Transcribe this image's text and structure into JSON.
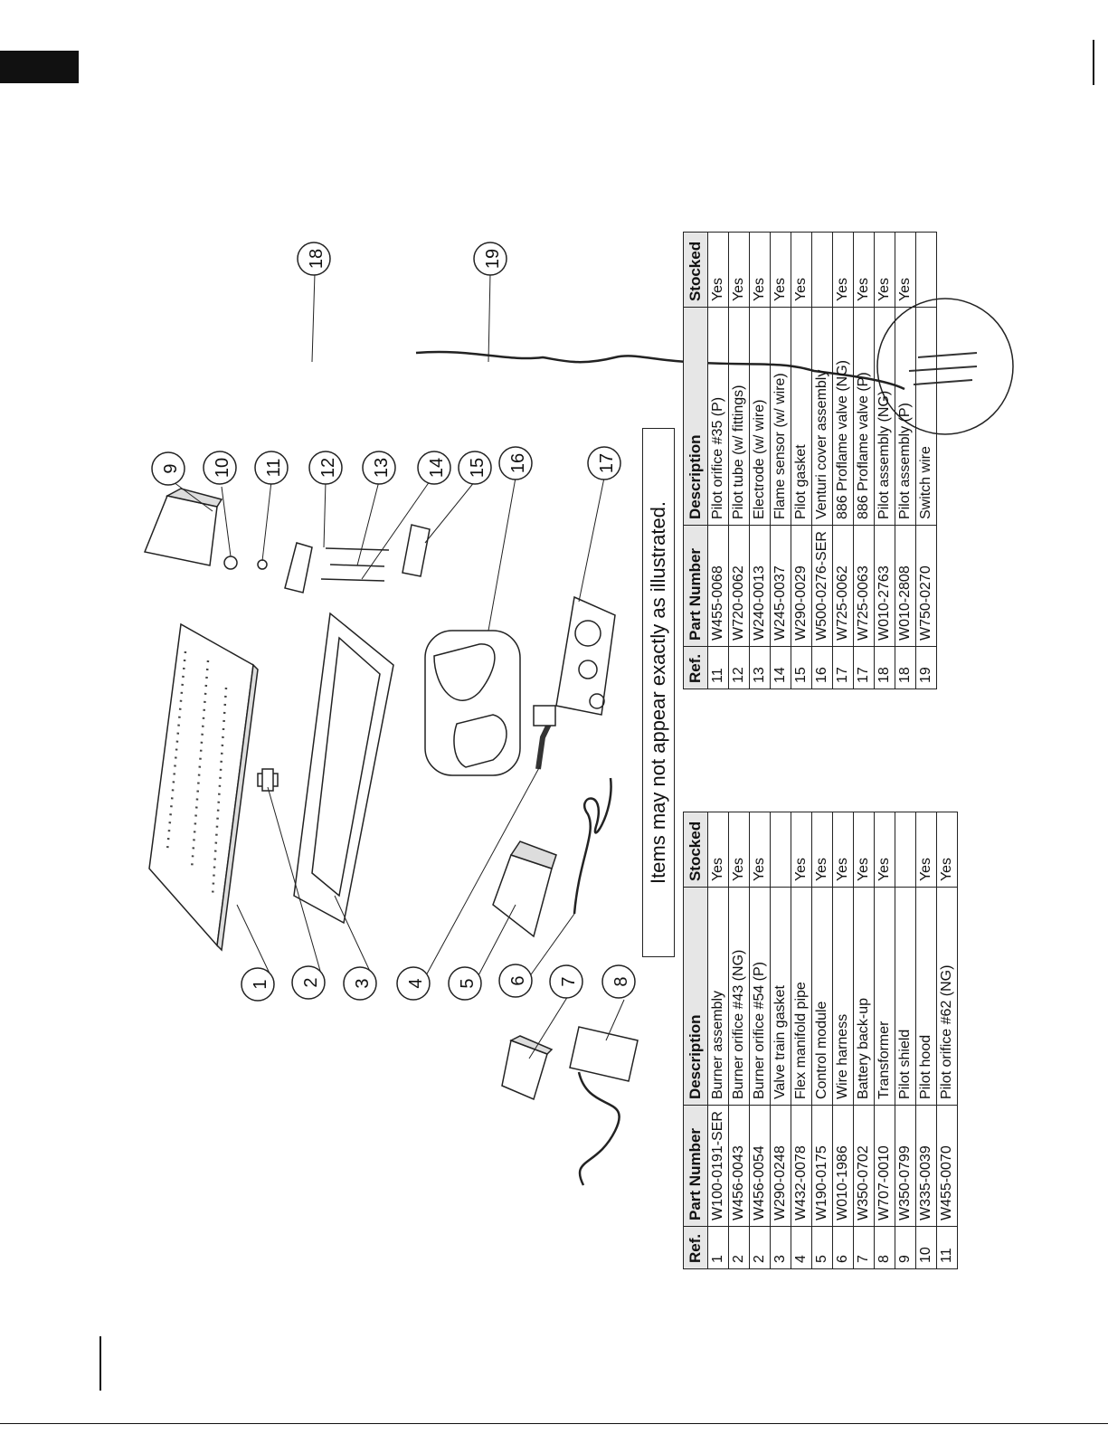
{
  "notice": "Items may not appear exactly as illustrated.",
  "columns": {
    "ref": "Ref.",
    "part_number": "Part Number",
    "description": "Description",
    "stocked": "Stocked"
  },
  "table_left": [
    {
      "ref": "1",
      "part": "W100-0191-SER",
      "desc": "Burner assembly",
      "stocked": "Yes"
    },
    {
      "ref": "2",
      "part": "W456-0043",
      "desc": "Burner orifice #43 (NG)",
      "stocked": "Yes"
    },
    {
      "ref": "2",
      "part": "W456-0054",
      "desc": "Burner orifice #54 (P)",
      "stocked": "Yes"
    },
    {
      "ref": "3",
      "part": "W290-0248",
      "desc": "Valve train gasket",
      "stocked": ""
    },
    {
      "ref": "4",
      "part": "W432-0078",
      "desc": "Flex manifold pipe",
      "stocked": "Yes"
    },
    {
      "ref": "5",
      "part": "W190-0175",
      "desc": "Control module",
      "stocked": "Yes"
    },
    {
      "ref": "6",
      "part": "W010-1986",
      "desc": "Wire harness",
      "stocked": "Yes"
    },
    {
      "ref": "7",
      "part": "W350-0702",
      "desc": "Battery back-up",
      "stocked": "Yes"
    },
    {
      "ref": "8",
      "part": "W707-0010",
      "desc": "Transformer",
      "stocked": "Yes"
    },
    {
      "ref": "9",
      "part": "W350-0799",
      "desc": "Pilot shield",
      "stocked": ""
    },
    {
      "ref": "10",
      "part": "W335-0039",
      "desc": "Pilot hood",
      "stocked": "Yes"
    },
    {
      "ref": "11",
      "part": "W455-0070",
      "desc": "Pilot orifice #62 (NG)",
      "stocked": "Yes"
    }
  ],
  "table_right": [
    {
      "ref": "11",
      "part": "W455-0068",
      "desc": "Pilot orifice #35 (P)",
      "stocked": "Yes"
    },
    {
      "ref": "12",
      "part": "W720-0062",
      "desc": "Pilot tube (w/ fittings)",
      "stocked": "Yes"
    },
    {
      "ref": "13",
      "part": "W240-0013",
      "desc": "Electrode (w/ wire)",
      "stocked": "Yes"
    },
    {
      "ref": "14",
      "part": "W245-0037",
      "desc": "Flame sensor (w/ wire)",
      "stocked": "Yes"
    },
    {
      "ref": "15",
      "part": "W290-0029",
      "desc": "Pilot gasket",
      "stocked": "Yes"
    },
    {
      "ref": "16",
      "part": "W500-0276-SER",
      "desc": "Venturi cover assembly",
      "stocked": ""
    },
    {
      "ref": "17",
      "part": "W725-0062",
      "desc": "886 Proflame valve (NG)",
      "stocked": "Yes"
    },
    {
      "ref": "17",
      "part": "W725-0063",
      "desc": "886 Proflame valve (P)",
      "stocked": "Yes"
    },
    {
      "ref": "18",
      "part": "W010-2763",
      "desc": "Pilot assembly (NG)",
      "stocked": "Yes"
    },
    {
      "ref": "18",
      "part": "W010-2808",
      "desc": "Pilot assembly (P)",
      "stocked": "Yes"
    },
    {
      "ref": "19",
      "part": "W750-0270",
      "desc": "Switch wire",
      "stocked": ""
    }
  ],
  "callouts": [
    "1",
    "2",
    "3",
    "4",
    "5",
    "6",
    "7",
    "8",
    "9",
    "10",
    "11",
    "12",
    "13",
    "14",
    "15",
    "16",
    "17",
    "18",
    "19"
  ]
}
